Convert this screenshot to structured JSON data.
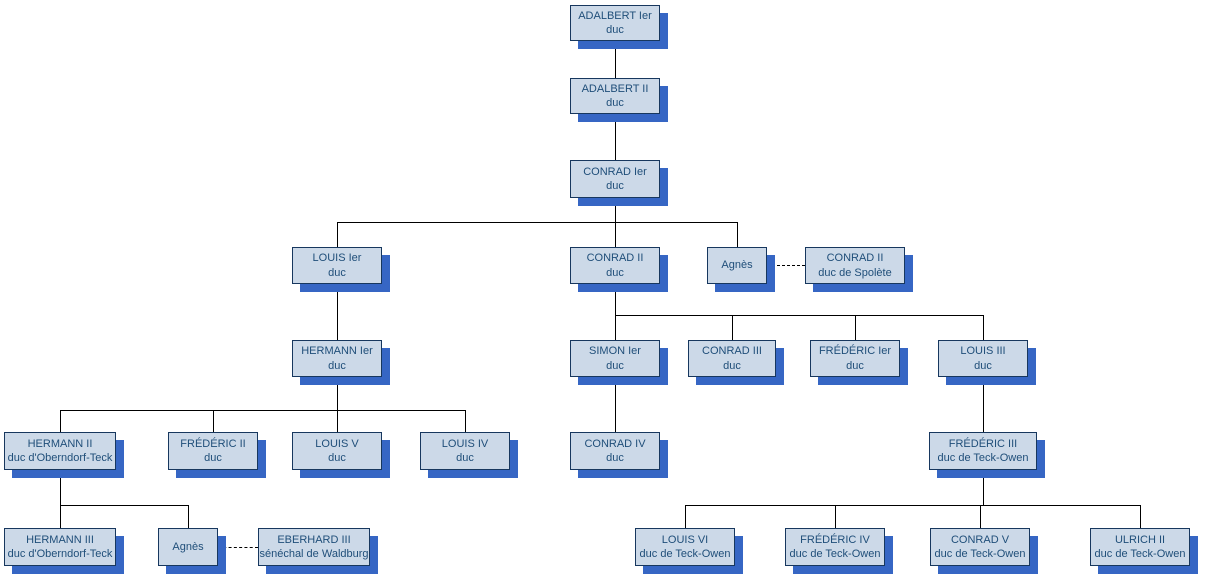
{
  "colors": {
    "box_fill": "#ccd9e8",
    "box_border": "#17375e",
    "text": "#1f4e79",
    "shadow": "#3666c4",
    "line": "#000000"
  },
  "nodes": {
    "adalbert1": {
      "name": "ADALBERT Ier",
      "title": "duc"
    },
    "adalbert2": {
      "name": "ADALBERT II",
      "title": "duc"
    },
    "conrad1": {
      "name": "CONRAD Ier",
      "title": "duc"
    },
    "louis1": {
      "name": "LOUIS Ier",
      "title": "duc"
    },
    "conrad2": {
      "name": "CONRAD II",
      "title": "duc"
    },
    "agnes1": {
      "name": "Agnès"
    },
    "conrad2spolete": {
      "name": "CONRAD II",
      "title": "duc de Spolète"
    },
    "hermann1": {
      "name": "HERMANN Ier",
      "title": "duc"
    },
    "simon1": {
      "name": "SIMON Ier",
      "title": "duc"
    },
    "conrad3": {
      "name": "CONRAD III",
      "title": "duc"
    },
    "frederic1": {
      "name": "FRÉDÉRIC Ier",
      "title": "duc"
    },
    "louis3": {
      "name": "LOUIS III",
      "title": "duc"
    },
    "hermann2": {
      "name": "HERMANN II",
      "title": "duc d'Oberndorf-Teck"
    },
    "frederic2": {
      "name": "FRÉDÉRIC II",
      "title": "duc"
    },
    "louis5": {
      "name": "LOUIS V",
      "title": "duc"
    },
    "louis4": {
      "name": "LOUIS IV",
      "title": "duc"
    },
    "conrad4": {
      "name": "CONRAD IV",
      "title": "duc"
    },
    "frederic3": {
      "name": "FRÉDÉRIC III",
      "title": "duc de Teck-Owen"
    },
    "hermann3": {
      "name": "HERMANN III",
      "title": "duc d'Oberndorf-Teck"
    },
    "agnes2": {
      "name": "Agnès"
    },
    "eberhard3": {
      "name": "EBERHARD III",
      "title": "sénéchal de Waldburg"
    },
    "louis6": {
      "name": "LOUIS VI",
      "title": "duc de Teck-Owen"
    },
    "frederic4": {
      "name": "FRÉDÉRIC IV",
      "title": "duc de Teck-Owen"
    },
    "conrad5": {
      "name": "CONRAD V",
      "title": "duc de Teck-Owen"
    },
    "ulrich2": {
      "name": "ULRICH II",
      "title": "duc de Teck-Owen"
    }
  }
}
